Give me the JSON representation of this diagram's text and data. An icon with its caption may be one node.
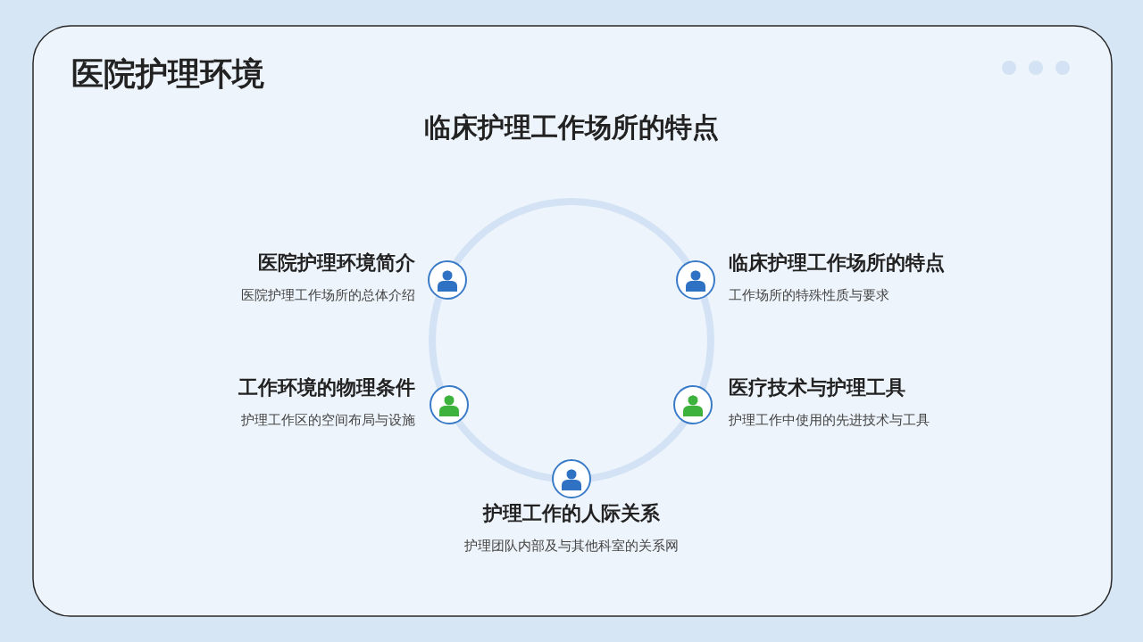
{
  "diagram": {
    "title": "医院护理环境",
    "labels": [
      "临床护理工作场所的特点",
      "医院护理环境简介",
      "医院护理工作场所的总体介绍",
      "临床护理工作场所的特点",
      "工作场所的特殊性质与要求",
      "工作环境的物理条件",
      "护理工作区的空间布局与设施",
      "医疗技术与护理工具",
      "护理工作中使用的先进技术与工具",
      "护理工作的人际关系",
      "护理团队内部及与其他科室的关系网"
    ]
  }
}
